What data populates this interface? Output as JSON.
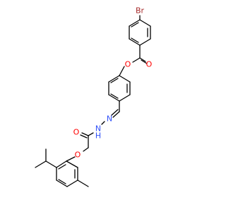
{
  "colors": {
    "bond": "#000000",
    "oxygen": "#ff0000",
    "nitrogen": "#3050f8",
    "bromine": "#a62929",
    "background": "#ffffff"
  },
  "atom_labels": {
    "bromine": "Br",
    "ester_carbonyl_oxygen": "O",
    "ester_oxygen": "O",
    "hydrazide_nitrogen_1": "N",
    "hydrazide_nitrogen_2": "N",
    "amide_hydrogen": "H",
    "amide_carbonyl_oxygen": "O",
    "ether_oxygen": "O"
  }
}
